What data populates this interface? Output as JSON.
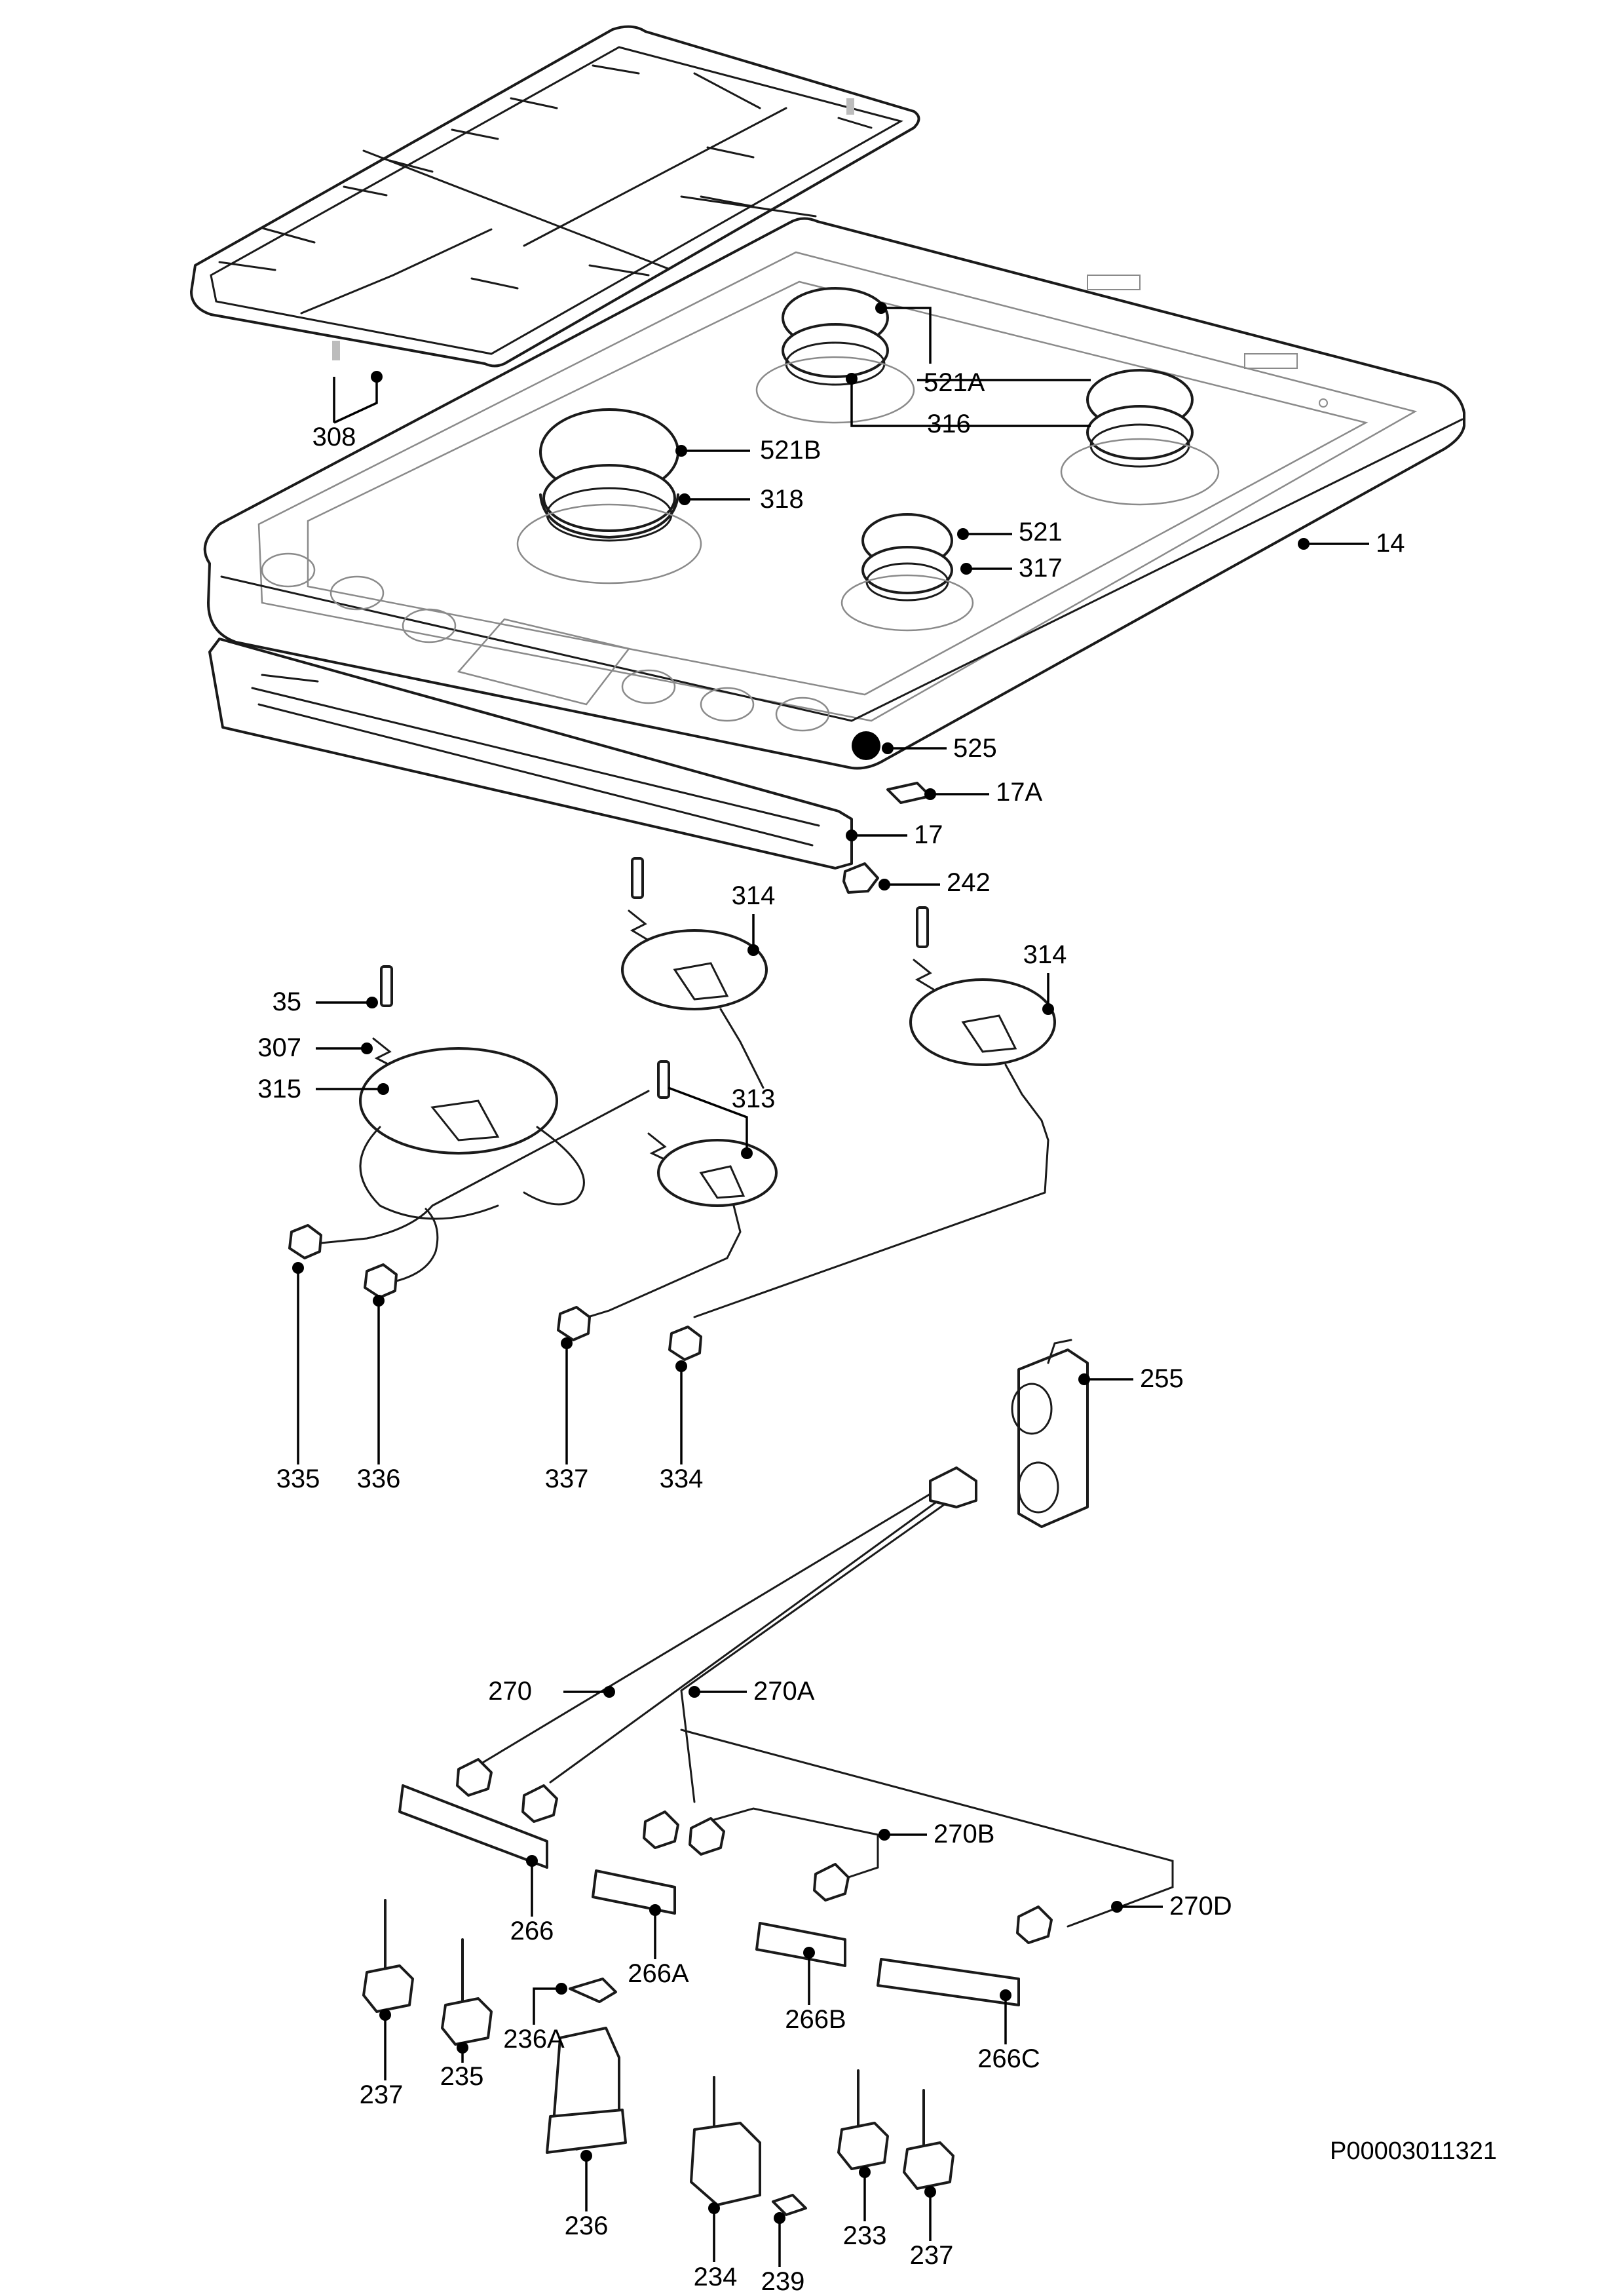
{
  "drawing_code": "P00003011321",
  "parts": [
    {
      "id": "p308",
      "label": "308"
    },
    {
      "id": "p521A",
      "label": "521A"
    },
    {
      "id": "p316",
      "label": "316"
    },
    {
      "id": "p521B",
      "label": "521B"
    },
    {
      "id": "p318",
      "label": "318"
    },
    {
      "id": "p521",
      "label": "521"
    },
    {
      "id": "p317",
      "label": "317"
    },
    {
      "id": "p14",
      "label": "14"
    },
    {
      "id": "p525",
      "label": "525"
    },
    {
      "id": "p17A",
      "label": "17A"
    },
    {
      "id": "p17",
      "label": "17"
    },
    {
      "id": "p242",
      "label": "242"
    },
    {
      "id": "p314a",
      "label": "314"
    },
    {
      "id": "p314b",
      "label": "314"
    },
    {
      "id": "p35",
      "label": "35"
    },
    {
      "id": "p307",
      "label": "307"
    },
    {
      "id": "p315",
      "label": "315"
    },
    {
      "id": "p313",
      "label": "313"
    },
    {
      "id": "p335",
      "label": "335"
    },
    {
      "id": "p336",
      "label": "336"
    },
    {
      "id": "p337",
      "label": "337"
    },
    {
      "id": "p334",
      "label": "334"
    },
    {
      "id": "p255",
      "label": "255"
    },
    {
      "id": "p270",
      "label": "270"
    },
    {
      "id": "p270A",
      "label": "270A"
    },
    {
      "id": "p270B",
      "label": "270B"
    },
    {
      "id": "p270D",
      "label": "270D"
    },
    {
      "id": "p266",
      "label": "266"
    },
    {
      "id": "p266A",
      "label": "266A"
    },
    {
      "id": "p266B",
      "label": "266B"
    },
    {
      "id": "p266C",
      "label": "266C"
    },
    {
      "id": "p236A",
      "label": "236A"
    },
    {
      "id": "p237a",
      "label": "237"
    },
    {
      "id": "p235",
      "label": "235"
    },
    {
      "id": "p236",
      "label": "236"
    },
    {
      "id": "p234",
      "label": "234"
    },
    {
      "id": "p239",
      "label": "239"
    },
    {
      "id": "p233",
      "label": "233"
    },
    {
      "id": "p237b",
      "label": "237"
    }
  ]
}
